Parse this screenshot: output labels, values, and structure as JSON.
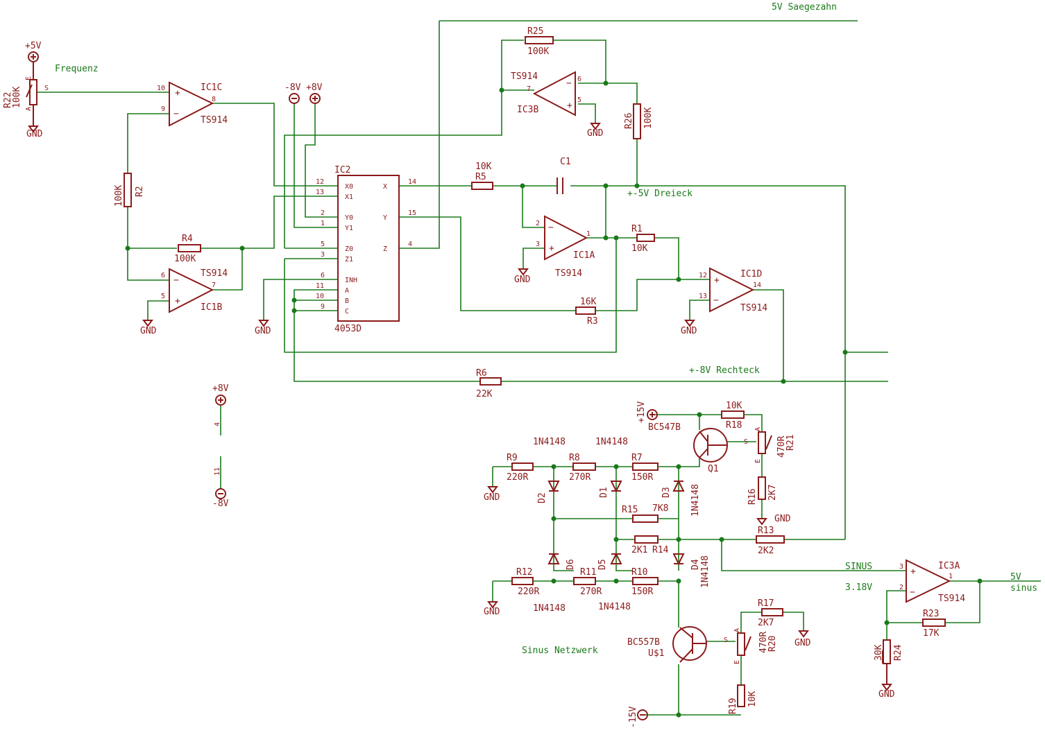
{
  "nets": {
    "saw_label": "5V Saegezahn",
    "triangle_label": "+-5V Dreieck",
    "square_label": "+-8V Rechteck",
    "sinus_label": "SINUS",
    "sinus_voltage": "3.18V",
    "out_5v": "5V",
    "out_sinus": "sinus",
    "frequency_label": "Frequenz",
    "network_label": "Sinus Netzwerk"
  },
  "supplies": {
    "p5": "+5V",
    "m8": "-8V",
    "p8": "+8V",
    "p8b": "+8V",
    "m8b": "-8V",
    "p15": "+15V",
    "m15": "-15V",
    "gnd": "GND"
  },
  "ics": {
    "ic1c": "IC1C",
    "ic1b": "IC1B",
    "ic1a": "IC1A",
    "ic1d": "IC1D",
    "ic3b": "IC3B",
    "ic3a": "IC3A",
    "opamp_value": "TS914",
    "ic2": "IC2",
    "ic2_value": "4053D",
    "ic2_pins_left": [
      "X0",
      "X1",
      "Y0",
      "Y1",
      "Z0",
      "Z1",
      "INH",
      "A",
      "B",
      "C"
    ],
    "ic2_pins_right": [
      "X",
      "Y",
      "Z"
    ]
  },
  "parts": {
    "R1": "R1",
    "R1v": "10K",
    "R2": "R2",
    "R2v": "100K",
    "R3": "R3",
    "R3v": "16K",
    "R4": "R4",
    "R4v": "100K",
    "R5": "R5",
    "R5v": "10K",
    "R6": "R6",
    "R6v": "22K",
    "R7": "R7",
    "R7v": "150R",
    "R8": "R8",
    "R8v": "270R",
    "R9": "R9",
    "R9v": "220R",
    "R10": "R10",
    "R10v": "150R",
    "R11": "R11",
    "R11v": "270R",
    "R12": "R12",
    "R12v": "220R",
    "R13": "R13",
    "R13v": "2K2",
    "R14": "R14",
    "R14v": "2K1",
    "R15": "R15",
    "R15v": "7K8",
    "R16": "R16",
    "R16v": "2K7",
    "R17": "R17",
    "R17v": "2K7",
    "R18": "R18",
    "R18v": "10K",
    "R19": "R19",
    "R19v": "10K",
    "R20": "R20",
    "R20v": "470R",
    "R21": "R21",
    "R21v": "470R",
    "R22": "R22",
    "R22v": "100K",
    "R23": "R23",
    "R23v": "17K",
    "R24": "R24",
    "R24v": "30K",
    "R25": "R25",
    "R25v": "100K",
    "R26": "R26",
    "R26v": "100K",
    "C1": "C1",
    "D1": "D1",
    "D2": "D2",
    "D3": "D3",
    "D4": "D4",
    "D5": "D5",
    "D6": "D6",
    "diode_value": "1N4148",
    "Q1": "Q1",
    "Q1v": "BC547B",
    "U1": "U$1",
    "U1v": "BC557B"
  }
}
